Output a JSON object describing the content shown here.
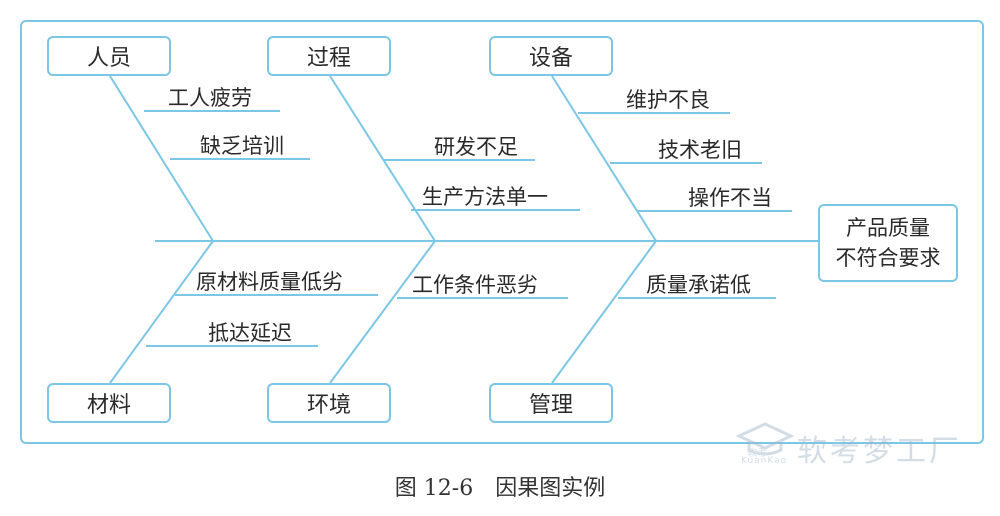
{
  "categories": {
    "personnel": "人员",
    "process": "过程",
    "equipment": "设备",
    "material": "材料",
    "environment": "环境",
    "management": "管理"
  },
  "causes": {
    "personnel_1": "工人疲劳",
    "personnel_2": "缺乏培训",
    "process_1": "研发不足",
    "process_2": "生产方法单一",
    "equipment_1": "维护不良",
    "equipment_2": "技术老旧",
    "equipment_3": "操作不当",
    "material_1": "原材料质量低劣",
    "material_2": "抵达延迟",
    "environment_1": "工作条件恶劣",
    "management_1": "质量承诺低"
  },
  "effect": {
    "line1": "产品质量",
    "line2": "不符合要求"
  },
  "caption": "图 12-6　因果图实例",
  "watermark": {
    "text": "软考梦工厂",
    "small": "软考",
    "sub": "KuanKao"
  },
  "colors": {
    "line": "#7cc6e6",
    "text": "#2a2a2a"
  }
}
